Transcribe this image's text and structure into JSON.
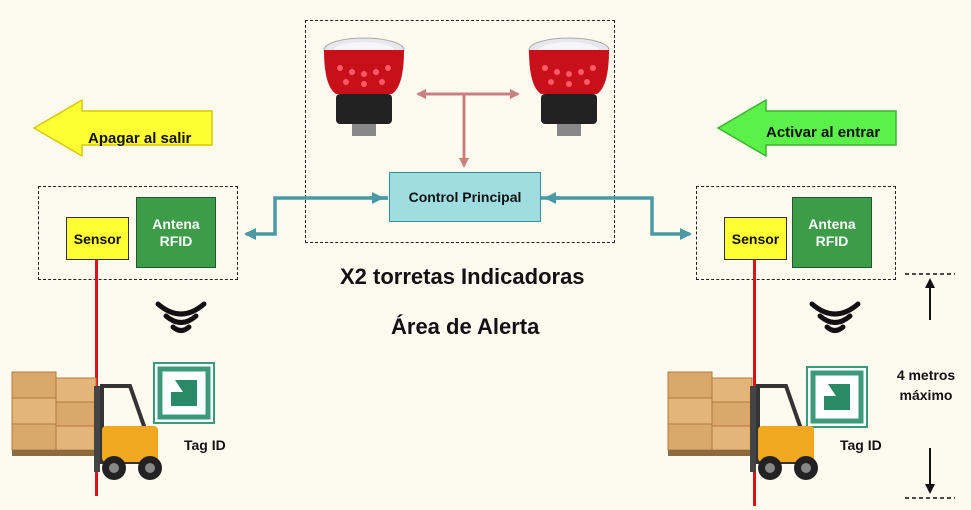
{
  "arrows": {
    "exit_label": "Apagar al salir",
    "enter_label": "Activar al entrar"
  },
  "left_station": {
    "sensor_label": "Sensor",
    "antenna_label": "Antena\nRFID",
    "tag_label": "Tag ID"
  },
  "right_station": {
    "sensor_label": "Sensor",
    "antenna_label": "Antena\nRFID",
    "tag_label": "Tag ID"
  },
  "center": {
    "control_label": "Control Principal",
    "towers_label": "X2 torretas Indicadoras",
    "area_label": "Área de Alerta"
  },
  "measurement": {
    "line1": "4 metros",
    "line2": "máximo"
  },
  "colors": {
    "exit_arrow": "#ffff33",
    "enter_arrow": "#5cf04a",
    "sensor": "#ffff33",
    "antenna": "#3c9c48",
    "control": "#9fdde0",
    "teal_link": "#4a9aa6",
    "beacon_link": "#c98080",
    "sensor_beam": "#e0101a"
  }
}
